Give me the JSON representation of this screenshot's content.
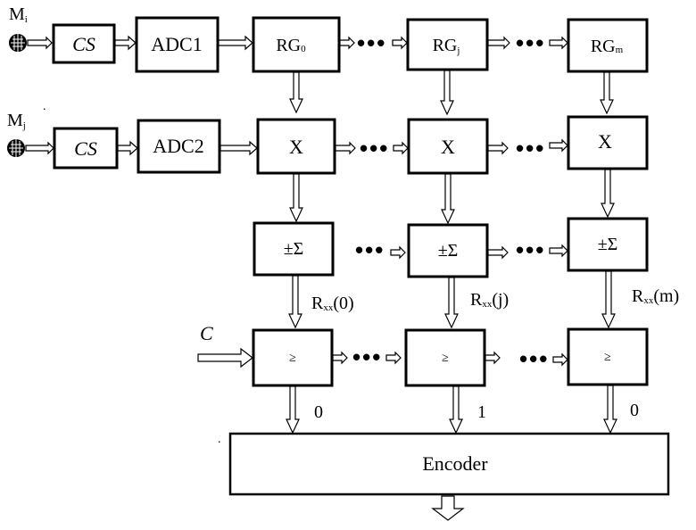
{
  "inputs": {
    "mic_i": {
      "label": "M",
      "sub": "i"
    },
    "mic_j": {
      "label": "M",
      "sub": "j"
    }
  },
  "blocks": {
    "cs1": "CS",
    "cs2": "CS",
    "adc1": "ADC1",
    "adc2": "ADC2",
    "rg0": {
      "label": "RG",
      "sub": "0"
    },
    "rgj": {
      "label": "RG",
      "sub": "j"
    },
    "rgm": {
      "label": "RG",
      "sub": "m"
    },
    "mult": [
      "X",
      "X",
      "X"
    ],
    "sum": [
      "±Σ",
      "±Σ",
      "±Σ"
    ],
    "cmp": [
      "≥",
      "≥",
      "≥"
    ],
    "encoder": "Encoder"
  },
  "signals": {
    "rxx": [
      {
        "label": "R",
        "sub": "xx",
        "arg": "(0)"
      },
      {
        "label": "R",
        "sub": "xx",
        "arg": "(j)"
      },
      {
        "label": "R",
        "sub": "xx",
        "arg": "(m)"
      }
    ],
    "threshold": "C",
    "outputs": [
      "0",
      "1",
      "0"
    ]
  },
  "ellipsis": "•••"
}
